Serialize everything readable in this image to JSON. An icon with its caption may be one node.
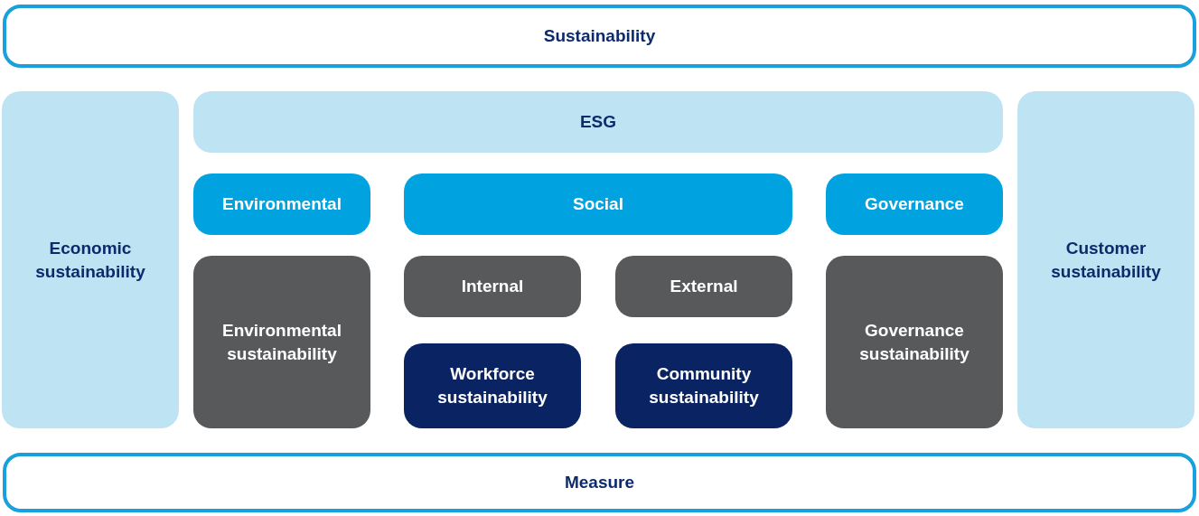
{
  "diagram": {
    "nodes": [
      {
        "text": [
          "Sustainability"
        ]
      },
      {
        "text": [
          "Economic sustainability"
        ]
      },
      {
        "text": [
          "ESG"
        ]
      },
      {
        "text": [
          "Environmental"
        ]
      },
      {
        "text": [
          "Social"
        ]
      },
      {
        "text": [
          "Governance"
        ]
      },
      {
        "text": [
          "Environmental sustainability"
        ]
      },
      {
        "text": [
          "Internal"
        ]
      },
      {
        "text": [
          "External"
        ]
      },
      {
        "text": [
          "Governance sustainability"
        ]
      },
      {
        "text": [
          "Workforce sustainability"
        ]
      },
      {
        "text": [
          "Community sustainability"
        ]
      },
      {
        "text": [
          "Customer sustainability"
        ]
      },
      {
        "text": [
          "Measure"
        ]
      }
    ]
  }
}
